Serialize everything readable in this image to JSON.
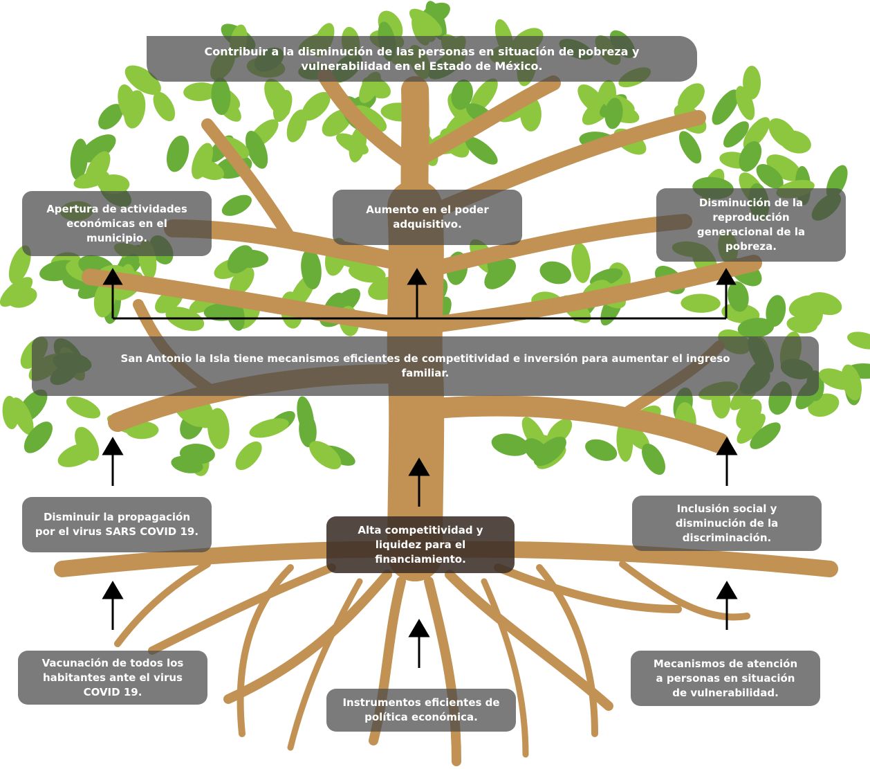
{
  "colors": {
    "trunk": "#C29254",
    "leaf_light": "#8DC63F",
    "leaf_dark": "#6AAE3A",
    "box_bg": "#4B4B4B",
    "box_text": "#FFFFFF",
    "arrow": "#000000"
  },
  "goal": {
    "text": "Contribuir a la disminución de las personas en situación de pobreza y\nvulnerabilidad en el Estado de México."
  },
  "effects": [
    {
      "text": "Apertura de actividades\neconómicas en el\nmunicipio."
    },
    {
      "text": "Aumento en el poder\nadquisitivo."
    },
    {
      "text": "Disminución de la\nreproducción\ngeneracional de la\npobreza."
    }
  ],
  "purpose": {
    "text": "San Antonio la Isla tiene mecanismos eficientes de competitividad e inversión para aumentar el ingreso\nfamiliar."
  },
  "components": [
    {
      "text": "Disminuir la propagación\npor el virus SARS COVID 19."
    },
    {
      "text": "Alta competitividad y\nliquidez para el\nfinanciamiento."
    },
    {
      "text": "Inclusión social y\ndisminución de la\ndiscriminación."
    }
  ],
  "activities": [
    {
      "text": "Vacunación de todos los\nhabitantes ante el virus\nCOVID 19."
    },
    {
      "text": "Instrumentos eficientes de\npolítica económica."
    },
    {
      "text": "Mecanismos de atención\na personas en situación\nde vulnerabilidad."
    }
  ]
}
